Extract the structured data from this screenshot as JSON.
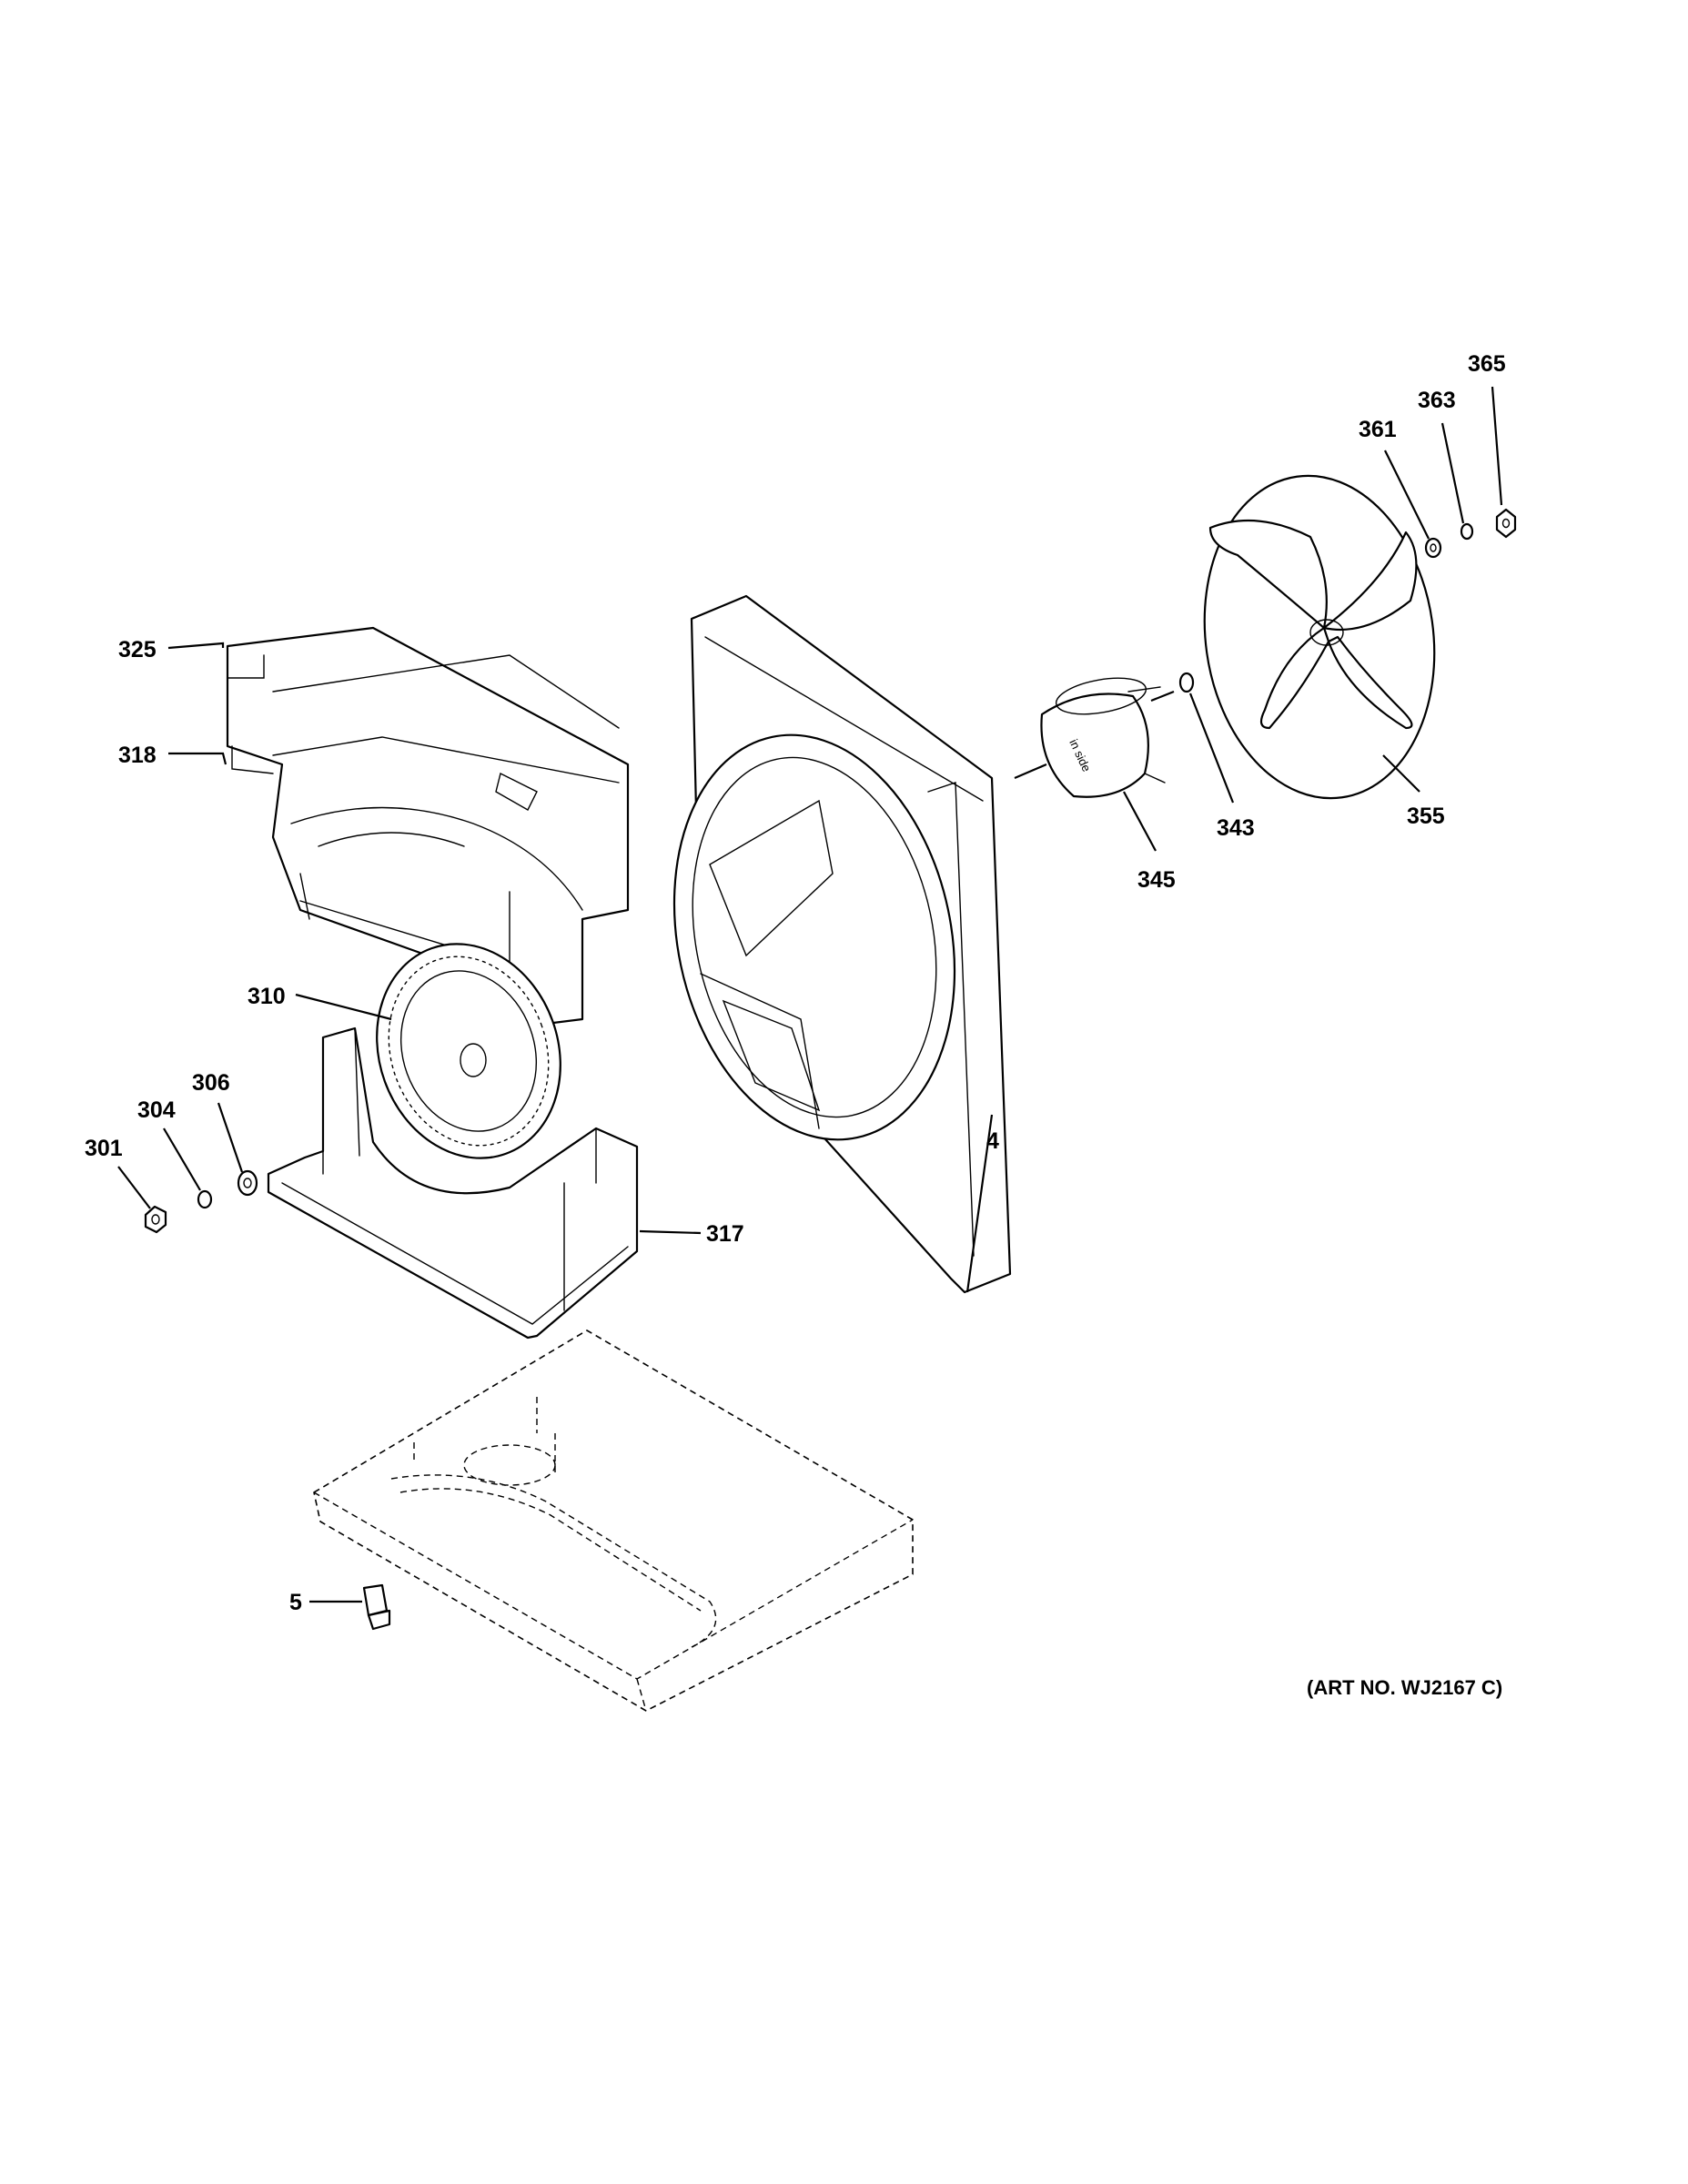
{
  "callouts": {
    "c365": "365",
    "c363": "363",
    "c361": "361",
    "c325": "325",
    "c318": "318",
    "c343": "343",
    "c355": "355",
    "c345": "345",
    "c310": "310",
    "c306": "306",
    "c304": "304",
    "c301": "301",
    "c4": "4",
    "c317": "317",
    "c5": "5"
  },
  "motor_label": "in side",
  "art_number": "(ART NO. WJ2167 C)"
}
